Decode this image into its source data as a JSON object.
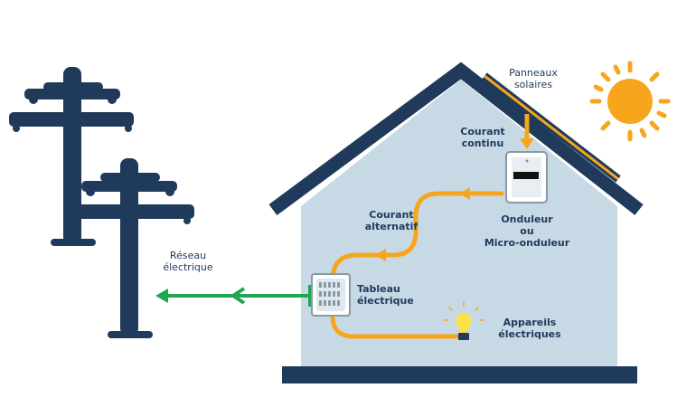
{
  "labels": {
    "panels_line1": "Panneaux",
    "panels_line2": "solaires",
    "dc_line1": "Courant",
    "dc_line2": "continu",
    "ac_line1": "Courant",
    "ac_line2": "alternatif",
    "inverter_line1": "Onduleur",
    "inverter_line2": "ou",
    "inverter_line3": "Micro-onduleur",
    "grid_line1": "Réseau",
    "grid_line2": "électrique",
    "panel_board_line1": "Tableau",
    "panel_board_line2": "électrique",
    "appliances_line1": "Appareils",
    "appliances_line2": "électriques"
  },
  "colors": {
    "navy": "#1f3a5a",
    "wall": "#c8d9e6",
    "current_flow": "#f7a51c",
    "grid_flow": "#1fa651",
    "sun": "#f7a51c",
    "bulb": "#f9e24a"
  },
  "icons": [
    "utility-pole-icon",
    "sun-icon",
    "solar-panel-icon",
    "inverter-icon",
    "electrical-panel-icon",
    "light-bulb-icon"
  ]
}
